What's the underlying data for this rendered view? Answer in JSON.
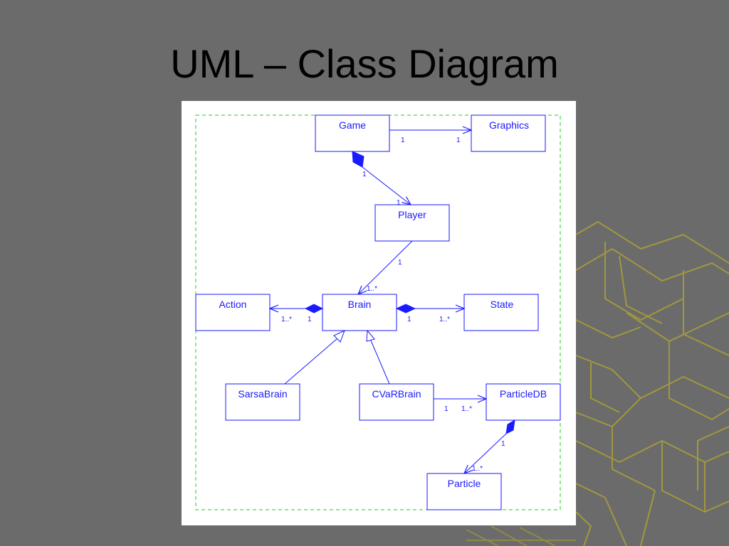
{
  "slide": {
    "title": "UML – Class Diagram",
    "background_color": "#6b6b6b",
    "title_color": "#000000"
  },
  "diagram": {
    "line_color": "#1a1aff",
    "frame_color": "#22cc22",
    "classes": {
      "game": "Game",
      "graphics": "Graphics",
      "player": "Player",
      "brain": "Brain",
      "action": "Action",
      "state": "State",
      "sarsabrain": "SarsaBrain",
      "cvarbrain": "CVaRBrain",
      "particledb": "ParticleDB",
      "particle": "Particle"
    },
    "associations": {
      "game_graphics": {
        "from_mult": "1",
        "to_mult": "1"
      },
      "game_player": {
        "from_mult": "1",
        "to_mult": "1"
      },
      "player_brain": {
        "from_mult": "1",
        "to_mult": "1..*"
      },
      "brain_action": {
        "from_mult": "1",
        "to_mult": "1..*"
      },
      "brain_state": {
        "from_mult": "1",
        "to_mult": "1..*"
      },
      "cvarbrain_particledb": {
        "from_mult": "1",
        "to_mult": "1..*"
      },
      "particledb_particle": {
        "from_mult": "1",
        "to_mult": "1..*"
      }
    }
  }
}
